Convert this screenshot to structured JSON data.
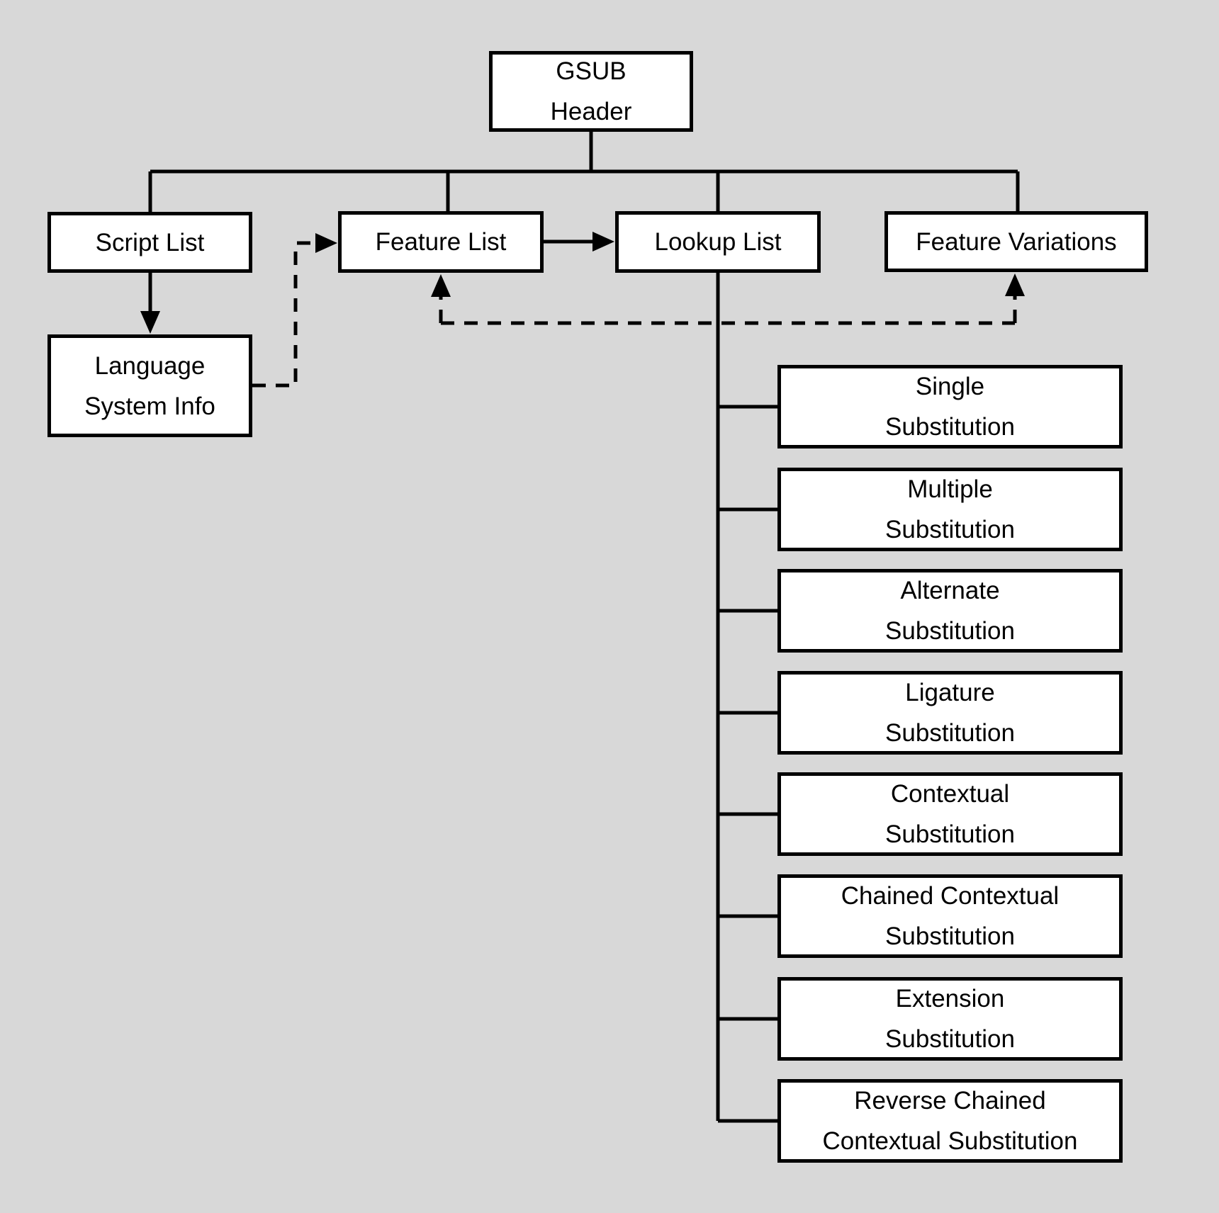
{
  "colors": {
    "background": "#d8d8d8",
    "node_fill": "#ffffff",
    "stroke": "#000000"
  },
  "nodes": {
    "gsub_header": {
      "line1": "GSUB",
      "line2": "Header"
    },
    "script_list": {
      "label": "Script List"
    },
    "feature_list": {
      "label": "Feature List"
    },
    "lookup_list": {
      "label": "Lookup List"
    },
    "feature_variations": {
      "label": "Feature Variations"
    },
    "language_system_info": {
      "line1": "Language",
      "line2": "System Info"
    },
    "lookup_types": [
      {
        "line1": "Single",
        "line2": "Substitution"
      },
      {
        "line1": "Multiple",
        "line2": "Substitution"
      },
      {
        "line1": "Alternate",
        "line2": "Substitution"
      },
      {
        "line1": "Ligature",
        "line2": "Substitution"
      },
      {
        "line1": "Contextual",
        "line2": "Substitution"
      },
      {
        "line1": "Chained Contextual",
        "line2": "Substitution"
      },
      {
        "line1": "Extension",
        "line2": "Substitution"
      },
      {
        "line1": "Reverse Chained",
        "line2": "Contextual Substitution"
      }
    ]
  }
}
